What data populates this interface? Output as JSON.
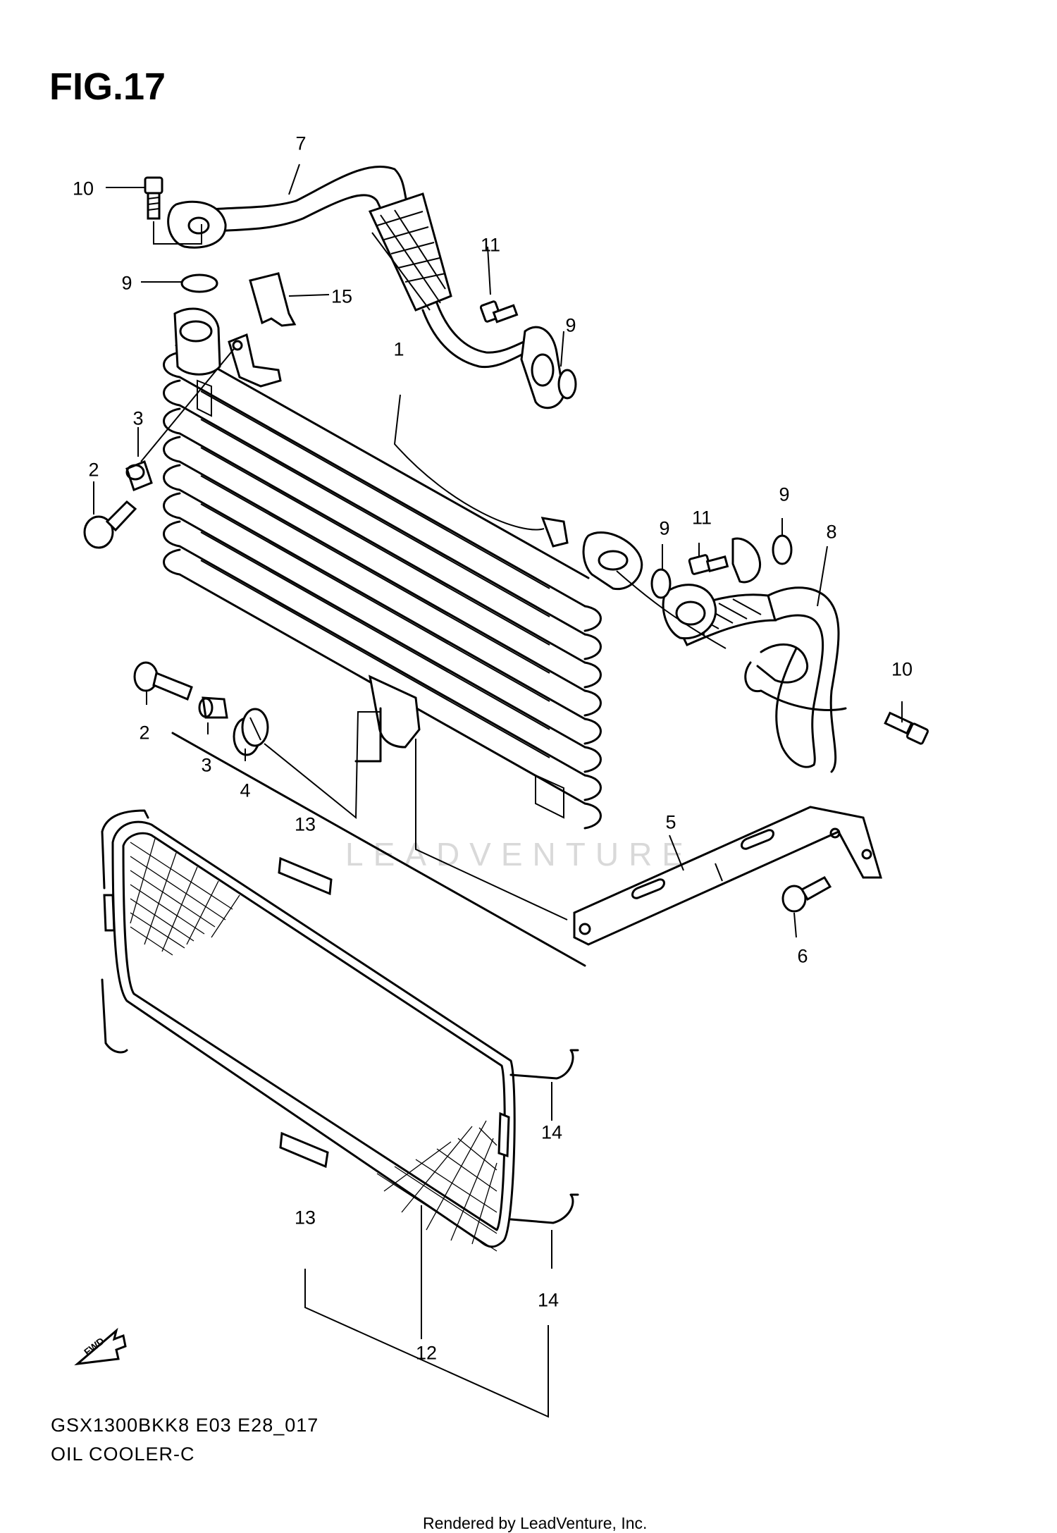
{
  "figure": {
    "title": "FIG.17"
  },
  "labels": {
    "p1": "1",
    "p2a": "2",
    "p2b": "2",
    "p3a": "3",
    "p3b": "3",
    "p4": "4",
    "p5": "5",
    "p6": "6",
    "p7": "7",
    "p8": "8",
    "p9a": "9",
    "p9b": "9",
    "p9c": "9",
    "p9d": "9",
    "p10a": "10",
    "p10b": "10",
    "p11a": "11",
    "p11b": "11",
    "p12": "12",
    "p13a": "13",
    "p13b": "13",
    "p14a": "14",
    "p14b": "14",
    "p15": "15"
  },
  "fwd_arrow": {
    "text": "FWD",
    "icon": "fwd-arrow-icon"
  },
  "watermark": "LEADVENTURE",
  "footer": {
    "model_code": "GSX1300BKK8 E03 E28_017",
    "section_name": "OIL COOLER-C",
    "rendered_by": "Rendered by LeadVenture, Inc."
  }
}
